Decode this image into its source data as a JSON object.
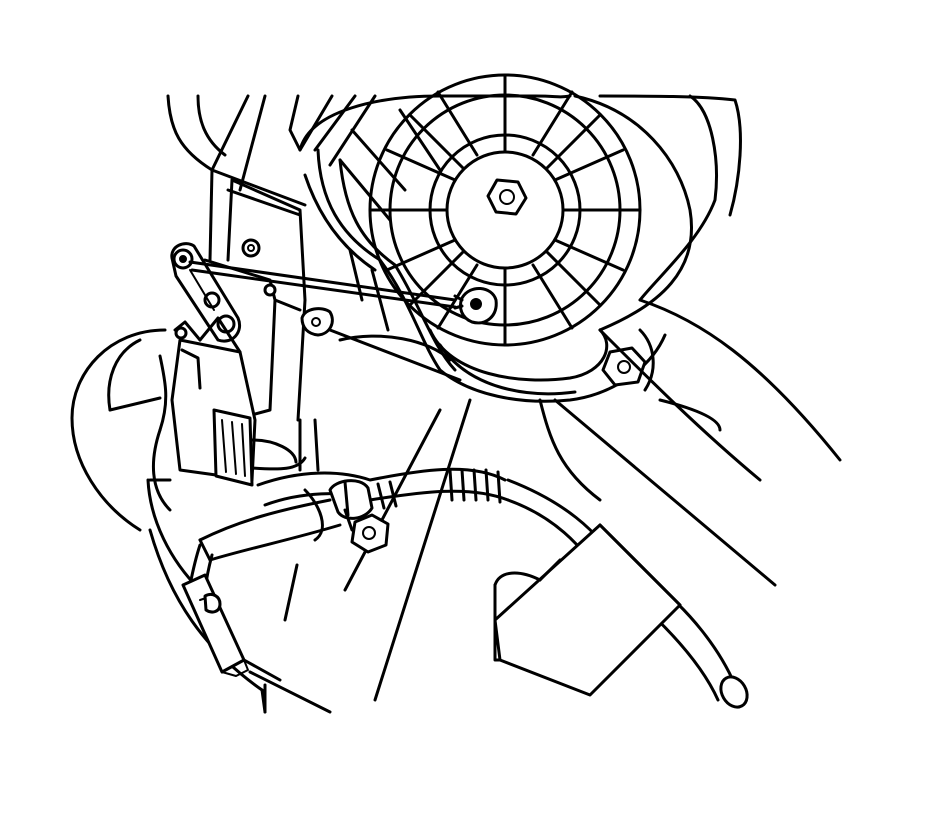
{
  "illustration": {
    "kind": "technical line drawing",
    "colors": {
      "ink": "#000000",
      "paper": "#ffffff"
    },
    "components": [
      "blower-housing",
      "actuator-drive-wheel",
      "center-bolt",
      "actuator-arm",
      "control-rod",
      "rod-end-fastener",
      "actuator-module",
      "electrical-connector",
      "wiring-harness",
      "harness-clip-screw",
      "mounting-bracket",
      "hvac-duct",
      "mounting-screw"
    ]
  }
}
